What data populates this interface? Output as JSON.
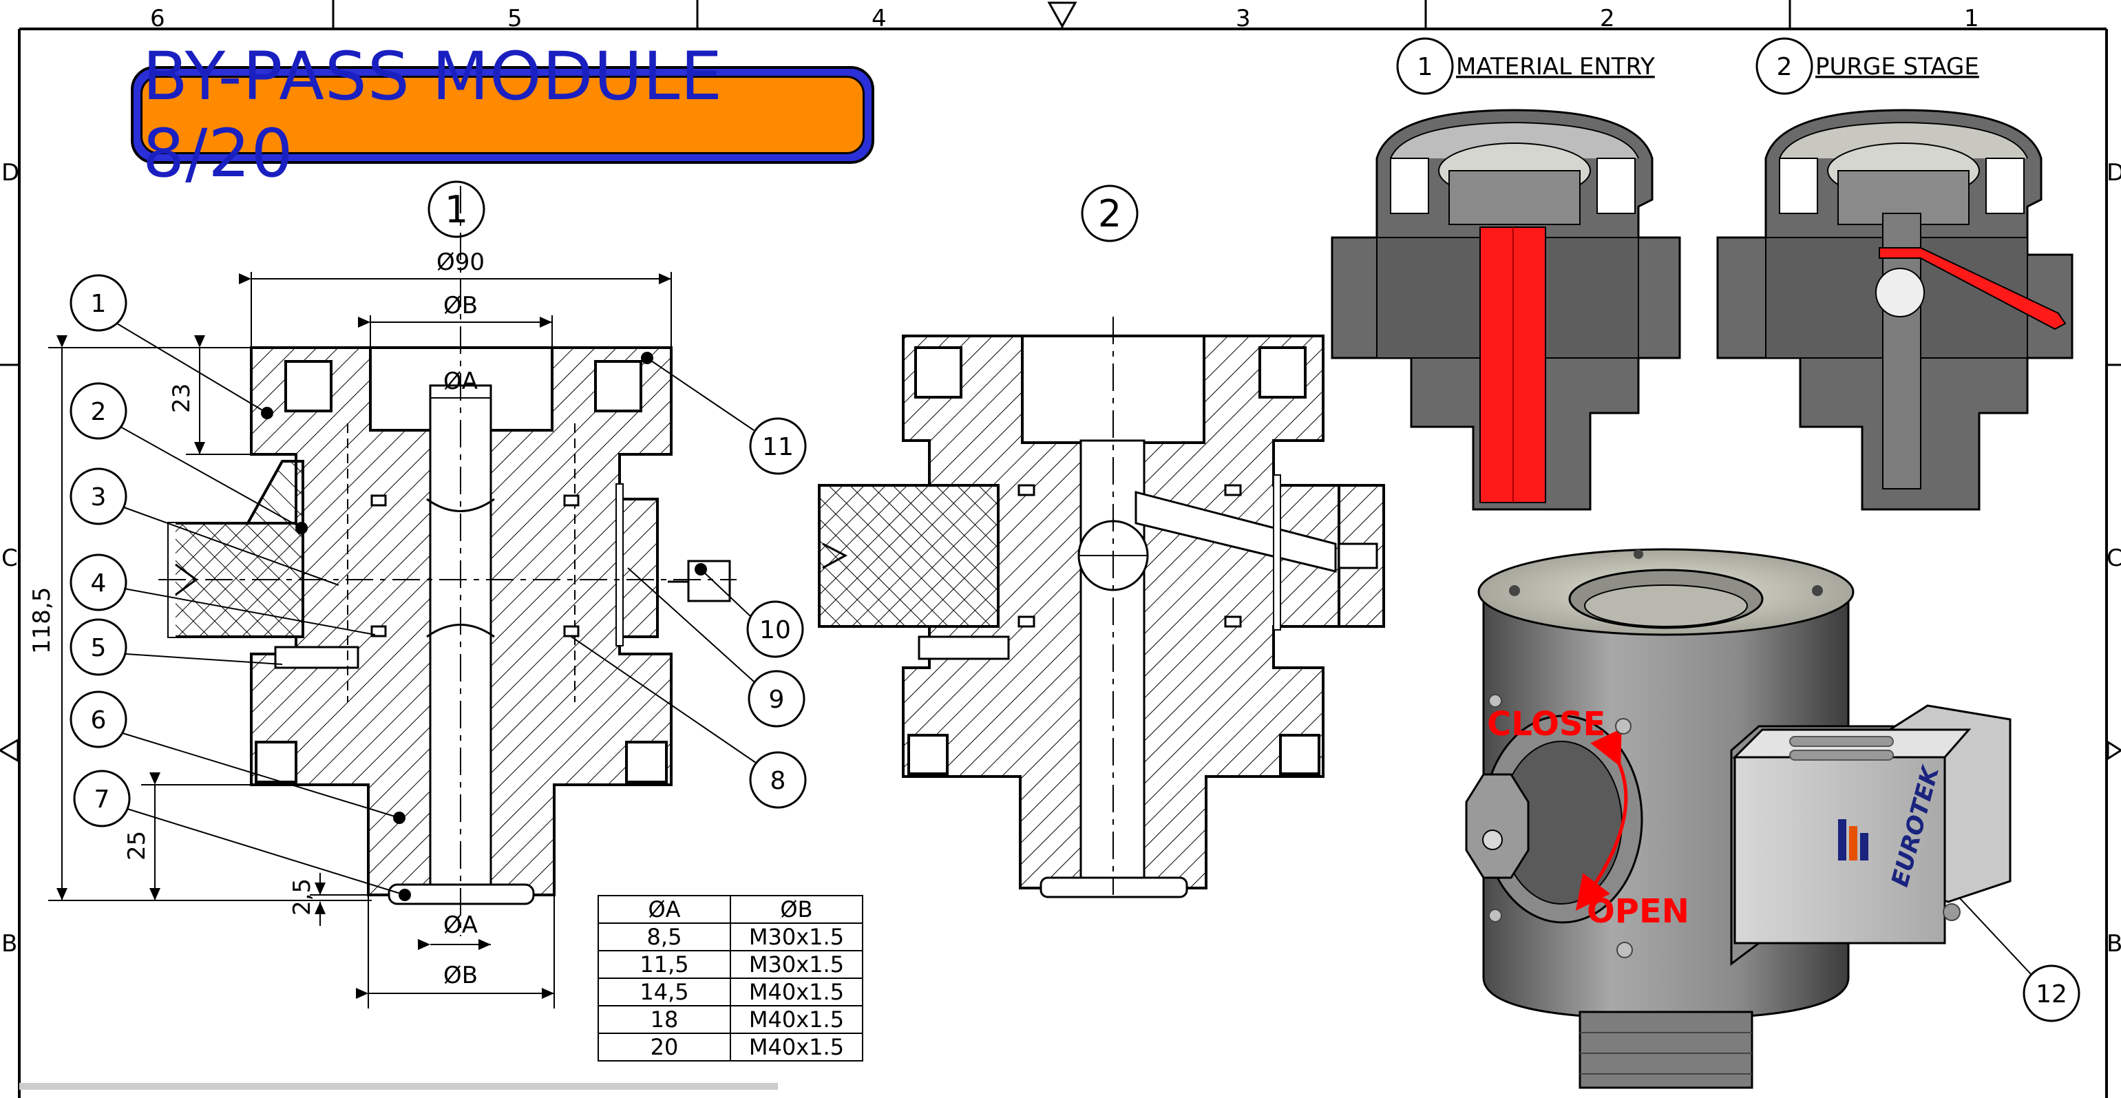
{
  "title": "BY-PASS MODULE 8/20",
  "frame": {
    "top_zones": [
      "6",
      "5",
      "4",
      "3",
      "2",
      "1"
    ],
    "side_zones": [
      "D",
      "C",
      "B"
    ]
  },
  "views": {
    "section1_label": "1",
    "section2_label": "2"
  },
  "dimensions": {
    "d90": "Ø90",
    "dB_top": "ØB",
    "dA_top": "ØA",
    "dA_bottom": "ØA",
    "dB_bottom": "ØB",
    "h23": "23",
    "h118": "118,5",
    "h25": "25",
    "h2_5": "2,5"
  },
  "callouts": [
    "1",
    "2",
    "3",
    "4",
    "5",
    "6",
    "7",
    "8",
    "9",
    "10",
    "11",
    "12"
  ],
  "legend": {
    "stage1_num": "1",
    "stage1_text": "MATERIAL ENTRY",
    "stage2_num": "2",
    "stage2_text": "PURGE STAGE"
  },
  "render_labels": {
    "close": "CLOSE",
    "open": "OPEN",
    "brand": "EUROTEK"
  },
  "size_table": {
    "headers": [
      "ØA",
      "ØB"
    ],
    "rows": [
      [
        "8,5",
        "M30x1.5"
      ],
      [
        "11,5",
        "M30x1.5"
      ],
      [
        "14,5",
        "M40x1.5"
      ],
      [
        "18",
        "M40x1.5"
      ],
      [
        "20",
        "M40x1.5"
      ]
    ]
  },
  "colors": {
    "title_fill": "#ff8a00",
    "title_border": "#2b2fd8",
    "flow_red": "#ff0000",
    "body_grey": "#707070"
  }
}
